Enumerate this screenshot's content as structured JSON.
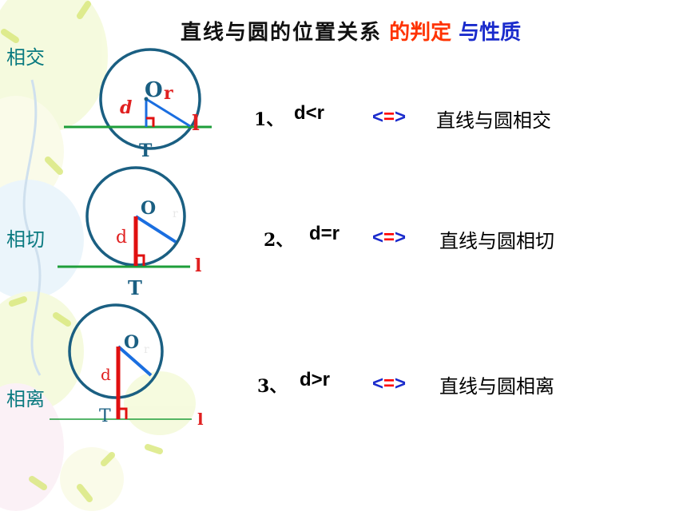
{
  "title": {
    "part1": "直线与圆的位置关系",
    "part2": "的判定",
    "part3": "与性质"
  },
  "colors": {
    "circle": "#1a5f82",
    "line": "#1e9e3a",
    "radius": "#1a6ee0",
    "perp": "#e01010",
    "accent_red": "#ff0000",
    "accent_blue": "#1a2bcc"
  },
  "cases": [
    {
      "side_label": "相交",
      "number": "1、",
      "condition": "d<r",
      "arrow_left": "<",
      "arrow_mid": "=",
      "arrow_right": ">",
      "description": "直线与圆相交",
      "labels": {
        "O": "O",
        "r": "r",
        "d": "d",
        "T": "T",
        "l": "l"
      }
    },
    {
      "side_label": "相切",
      "number": "2、",
      "condition": "d=r",
      "arrow_left": "<",
      "arrow_mid": "=",
      "arrow_right": ">",
      "description": "直线与圆相切",
      "labels": {
        "O": "O",
        "r": "r",
        "d": "d",
        "T": "T",
        "l": "l"
      }
    },
    {
      "side_label": "相离",
      "number": "3、",
      "condition": "d>r",
      "arrow_left": "<",
      "arrow_mid": "=",
      "arrow_right": ">",
      "description": "直线与圆相离",
      "labels": {
        "O": "O",
        "r": "r",
        "d": "d",
        "T": "T",
        "l": "l"
      }
    }
  ]
}
